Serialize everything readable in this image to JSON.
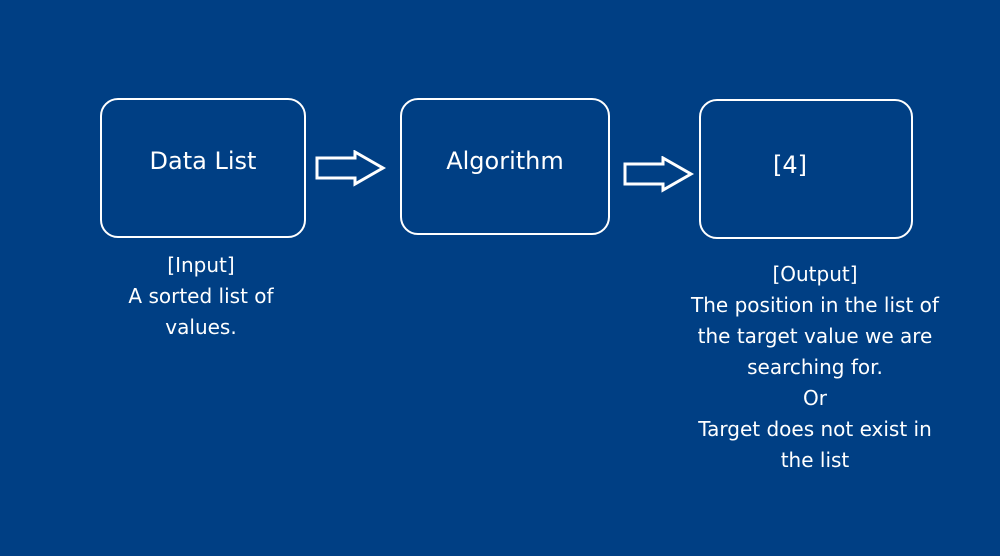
{
  "diagram": {
    "boxes": {
      "input": {
        "label": "Data List"
      },
      "algorithm": {
        "label": "Algorithm"
      },
      "output": {
        "label": "[4]"
      }
    },
    "captions": {
      "input": [
        "[Input]",
        "A sorted list of",
        "values."
      ],
      "output": [
        "[Output]",
        "The position in the list of",
        "the target value we are",
        "searching for.",
        "Or",
        "Target does not exist in",
        "the list"
      ]
    },
    "colors": {
      "background": "#003f84",
      "foreground": "#ffffff"
    }
  }
}
